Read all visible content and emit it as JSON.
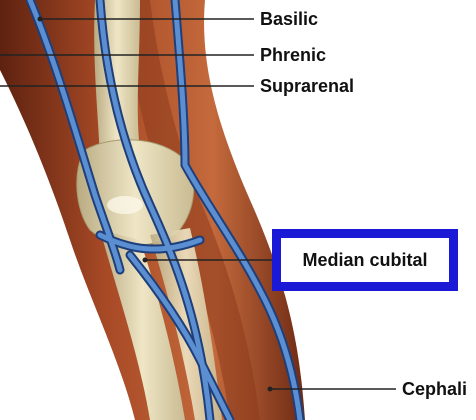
{
  "labels": {
    "basilic": "Basilic",
    "phrenic": "Phrenic",
    "suprarenal": "Suprarenal",
    "median_cubital": "Median cubital",
    "cephalic": "Cephali"
  },
  "colors": {
    "skin_dark": "#7a3218",
    "skin_mid": "#a84a26",
    "skin_light": "#c46a3c",
    "bone": "#e8ddb8",
    "bone_shadow": "#b9ab82",
    "vein_fill": "#5b8fd2",
    "vein_edge": "#1e3f7a",
    "answer_border": "#1a1ad6",
    "leader_line": "#222222"
  }
}
